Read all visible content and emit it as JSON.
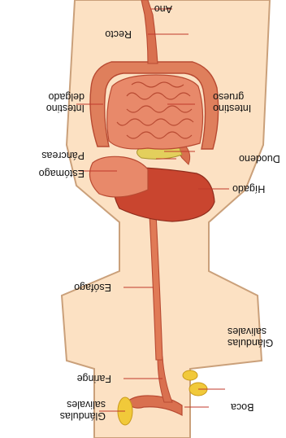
{
  "diagram": {
    "labels": {
      "ano": "Ano",
      "recto": "Recto",
      "intestino_delgado": "Intestino\ndelgado",
      "intestino_grueso": "Intestino\ngrueso",
      "pancreas": "Páncreas",
      "duodeno": "Duodeno",
      "estomago": "Estómago",
      "higado": "Hígado",
      "esofago": "Esófago",
      "glandulas_salivales_right": "Glándulas\nsalivales",
      "faringe": "Faringe",
      "boca": "Boca",
      "glandulas_salivales_left": "Glándulas\nsalivales"
    },
    "colors": {
      "body": "#fce1c3",
      "body_outline": "#caa07a",
      "organ": "#d9704f",
      "organ_dark": "#b84a32",
      "organ_light": "#e8896a",
      "liver": "#c9452f",
      "pancreas": "#e3cf5c",
      "gland": "#f1c93a",
      "leader": "#c0392b"
    }
  }
}
